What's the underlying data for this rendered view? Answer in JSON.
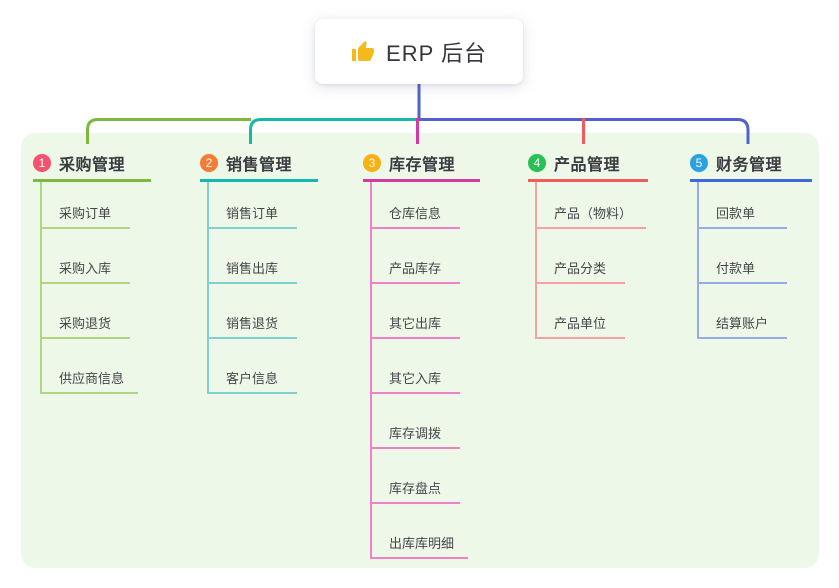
{
  "root": {
    "label": "ERP 后台",
    "icon": "thumbs-up-icon"
  },
  "branches": [
    {
      "badge": "1",
      "label": "采购管理",
      "children": [
        "采购订单",
        "采购入库",
        "采购退货",
        "供应商信息"
      ]
    },
    {
      "badge": "2",
      "label": "销售管理",
      "children": [
        "销售订单",
        "销售出库",
        "销售退货",
        "客户信息"
      ]
    },
    {
      "badge": "3",
      "label": "库存管理",
      "children": [
        "仓库信息",
        "产品库存",
        "其它出库",
        "其它入库",
        "库存调拨",
        "库存盘点",
        "出库库明细"
      ]
    },
    {
      "badge": "4",
      "label": "产品管理",
      "children": [
        "产品（物料）",
        "产品分类",
        "产品单位"
      ]
    },
    {
      "badge": "5",
      "label": "财务管理",
      "children": [
        "回款单",
        "付款单",
        "结算账户"
      ]
    }
  ],
  "colors": {
    "panel_bg": "#edf8e9",
    "root_line": "#5163cb",
    "thumb_icon": "#f5b91e",
    "b1_line": "#7cb93e",
    "b1_light": "#afd783",
    "b1_badge": "#f4526e",
    "b2_line": "#14b8ae",
    "b2_light": "#7fd2cb",
    "b2_badge": "#f57c34",
    "b3_line": "#d639a2",
    "b3_light": "#ef82c5",
    "b3_badge": "#f9b013",
    "b4_line": "#f15b5b",
    "b4_light": "#f6a2a2",
    "b4_badge": "#28c155",
    "b5_line": "#3f68e0",
    "b5_light": "#97abe8",
    "b5_badge": "#2aa2e2"
  }
}
